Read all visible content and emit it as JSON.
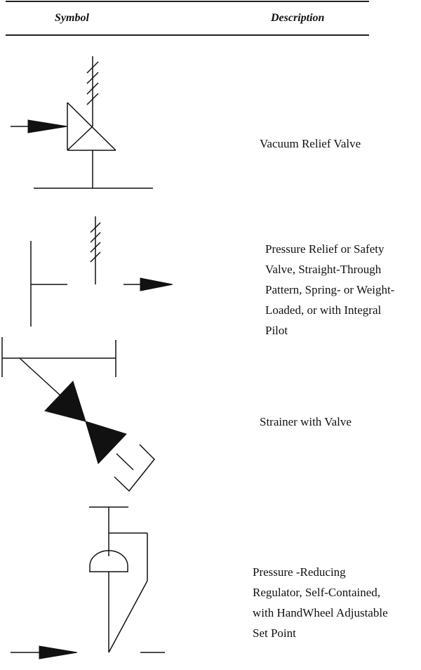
{
  "header": {
    "symbol_label": "Symbol",
    "description_label": "Description"
  },
  "rows": [
    {
      "symbol_icon": "vacuum-relief-valve-icon",
      "description": "Vacuum Relief Valve"
    },
    {
      "symbol_icon": "pressure-relief-safety-valve-icon",
      "description": "Pressure Relief or Safety\nValve, Straight-Through\nPattern, Spring- or Weight-\nLoaded, or with Integral\nPilot"
    },
    {
      "symbol_icon": "strainer-with-valve-icon",
      "description": "Strainer with Valve"
    },
    {
      "symbol_icon": "pressure-reducing-regulator-icon",
      "description": "Pressure -Reducing\nRegulator, Self-Contained,\nwith HandWheel Adjustable\nSet Point"
    }
  ]
}
